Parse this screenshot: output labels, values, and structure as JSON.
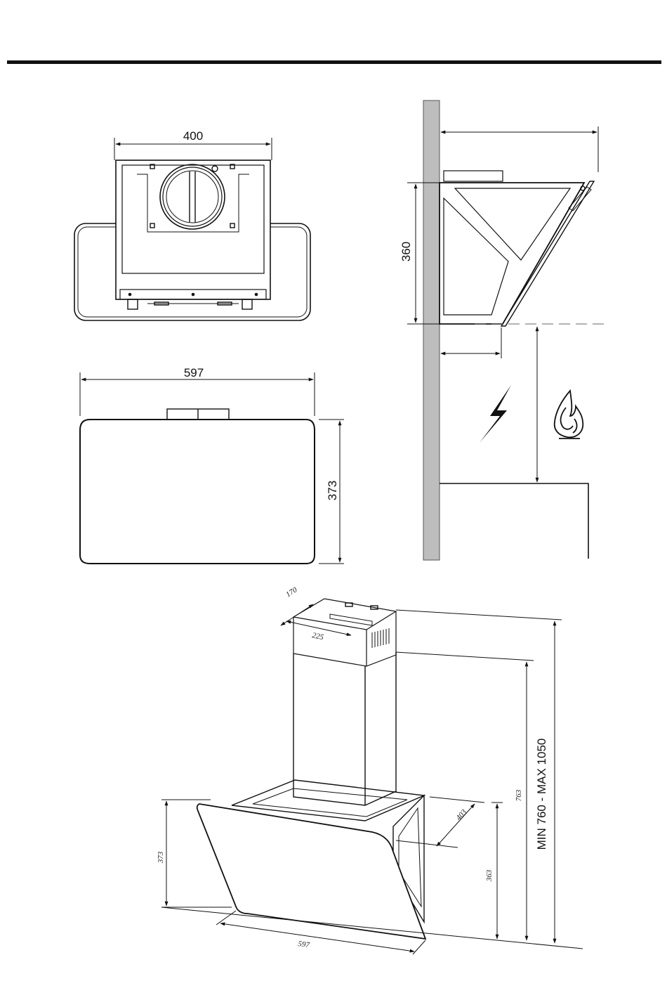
{
  "top_view": {
    "width_label": "400"
  },
  "front_view": {
    "width_label": "597",
    "height_label": "373"
  },
  "side_view": {
    "height_label": "360"
  },
  "perspective_view": {
    "depth_label": "170",
    "chimney_width_label": "225",
    "glass_height_label": "373",
    "glass_width_label": "597",
    "hood_depth_label": "403",
    "lower_height_label": "363",
    "total_height_label": "763",
    "range_label": "MIN 760 - MAX 1050"
  },
  "icons": [
    "electric-hazard-icon",
    "fire-hazard-icon"
  ]
}
